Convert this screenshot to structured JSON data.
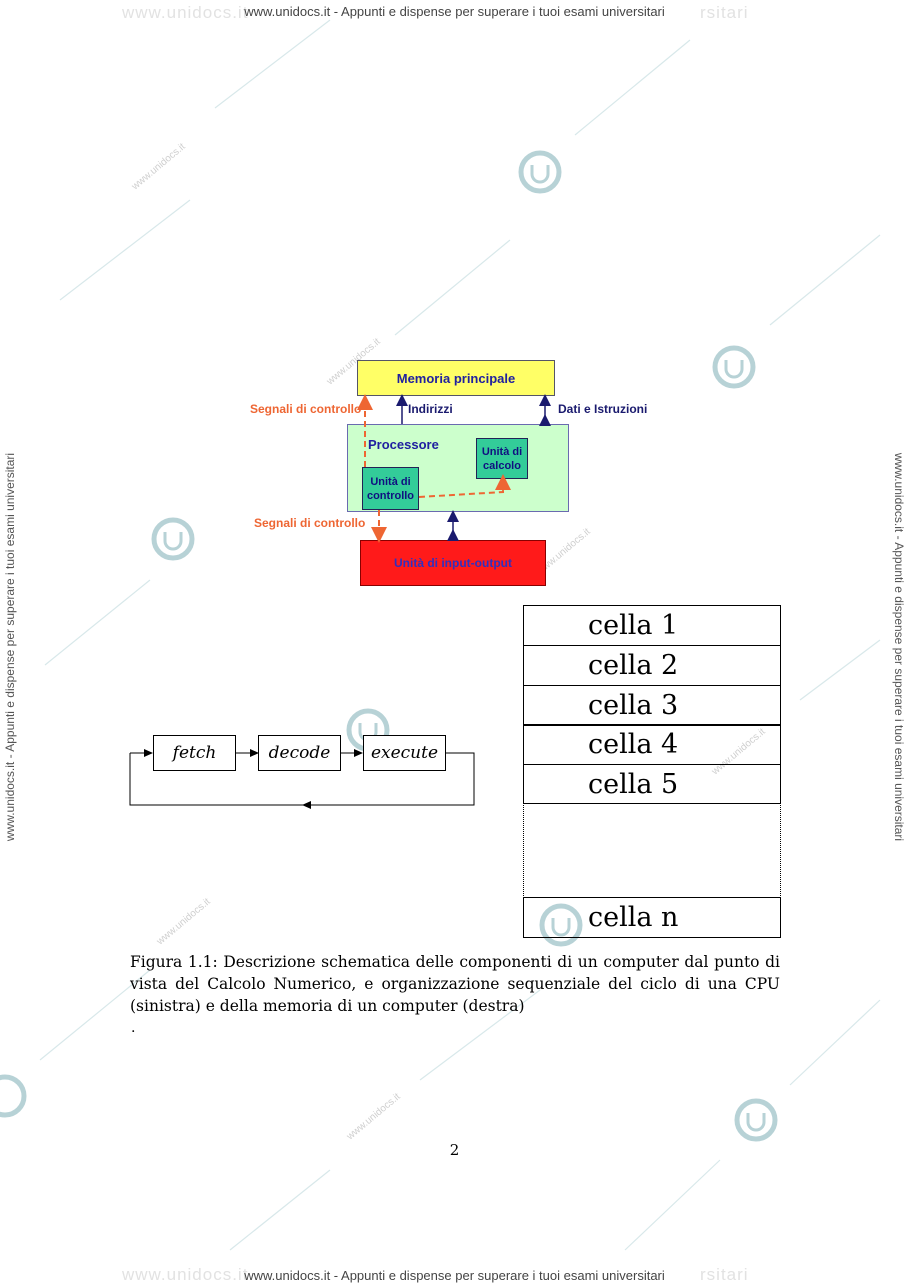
{
  "watermark": {
    "header": "www.unidocs.it - Appunti e dispense per superare i tuoi esami universitari",
    "footer": "www.unidocs.it - Appunti e dispense per superare i tuoi esami universitari",
    "side_left": "www.unidocs.it - Appunti e dispense per superare i tuoi esami universitari",
    "side_right": "www.unidocs.it - Appunti e dispense per superare i tuoi esami universitari",
    "ghost_left": "www.unidocs.it",
    "ghost_right": "rsitari",
    "logo_icon": "unidocs-logo-icon"
  },
  "diagram": {
    "memory": "Memoria principale",
    "processor": "Processore",
    "calc_unit": "Unità di calcolo",
    "control_unit": "Unità di controllo",
    "io_unit": "Unità di input-output",
    "label_control_top": "Segnali di controllo",
    "label_address": "Indirizzi",
    "label_data": "Dati e Istruzioni",
    "label_control_bottom": "Segnali di controllo",
    "colors": {
      "memory": "#ffff66",
      "processor": "#ccffcc",
      "units": "#33cc99",
      "io": "#ff1a1a",
      "orange": "#ee6633",
      "navy": "#1a1a6e"
    }
  },
  "cycle": {
    "fetch": "fetch",
    "decode": "decode",
    "execute": "execute"
  },
  "memory_cells": {
    "cells": [
      "cella 1",
      "cella 2",
      "cella 3",
      "cella 4",
      "cella 5"
    ],
    "last": "cella n"
  },
  "caption": "Figura 1.1: Descrizione schematica delle componenti di un computer dal punto di vista del Calcolo Numerico, e organizzazione sequenziale del ciclo di una CPU (sinistra) e della memoria di un computer (destra)",
  "caption_dot": ".",
  "page_number": "2"
}
